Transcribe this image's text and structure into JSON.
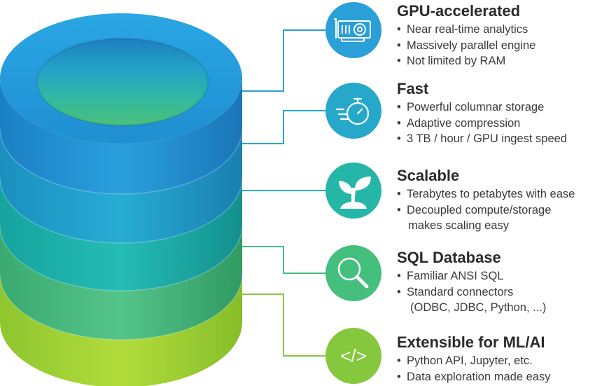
{
  "features": [
    {
      "title": "GPU-accelerated",
      "icon": "gpu-card-icon",
      "color": "#2a9fd8",
      "bullets": [
        "Near real-time analytics",
        "Massively parallel engine",
        "Not limited by RAM"
      ]
    },
    {
      "title": "Fast",
      "icon": "stopwatch-icon",
      "color": "#25a8c9",
      "bullets": [
        "Powerful columnar storage",
        "Adaptive compression",
        "3 TB / hour / GPU ingest speed"
      ]
    },
    {
      "title": "Scalable",
      "icon": "sprout-icon",
      "color": "#25b6a8",
      "bullets": [
        "Terabytes to petabytes with ease",
        "Decoupled compute/storage"
      ],
      "continuation": "makes scaling easy"
    },
    {
      "title": "SQL Database",
      "icon": "magnifier-icon",
      "color": "#45bf7e",
      "bullets": [
        "Familiar ANSI SQL",
        "Standard connectors"
      ],
      "continuation": "(ODBC, JDBC, Python, ...)"
    },
    {
      "title": "Extensible for ML/AI",
      "icon": "code-brackets-icon",
      "color": "#86c83d",
      "bullets": [
        "Python API, Jupyter, etc.",
        "Data exploration made easy"
      ]
    }
  ],
  "icon_text": {
    "code": "</>"
  },
  "bullet_char": "•"
}
